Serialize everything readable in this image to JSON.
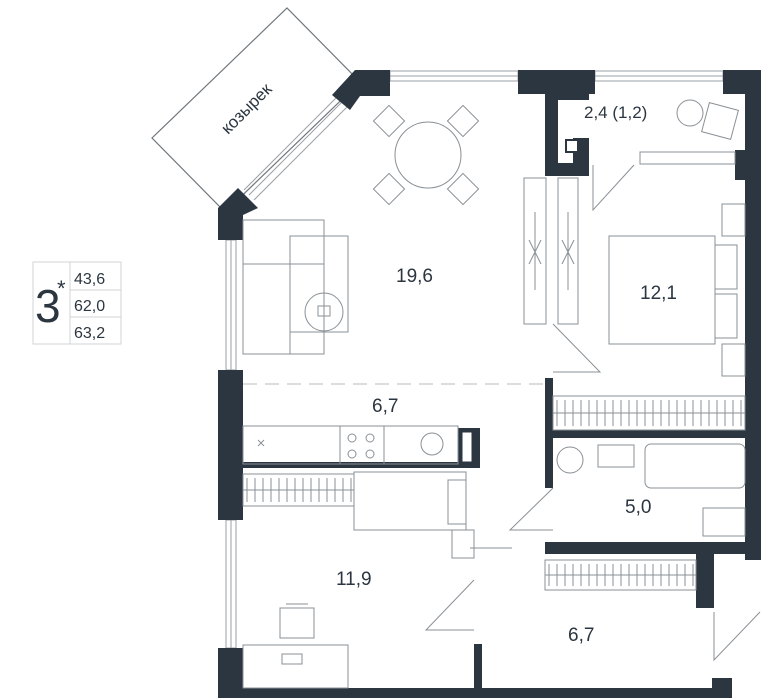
{
  "badge": {
    "rooms": "3",
    "mark": "*",
    "areas": [
      "43,6",
      "62,0",
      "63,2"
    ]
  },
  "canopy_label": "козырек",
  "rooms": {
    "living": "19,6",
    "balcony": "2,4 (1,2)",
    "bedroom": "12,1",
    "kitchen": "6,7",
    "bathroom": "5,0",
    "bedroom2": "11,9",
    "hall": "6,7"
  },
  "colors": {
    "wall": "#2b3640",
    "line": "#9aa0a6",
    "furniture": "#8a9096",
    "background": "#ffffff"
  }
}
